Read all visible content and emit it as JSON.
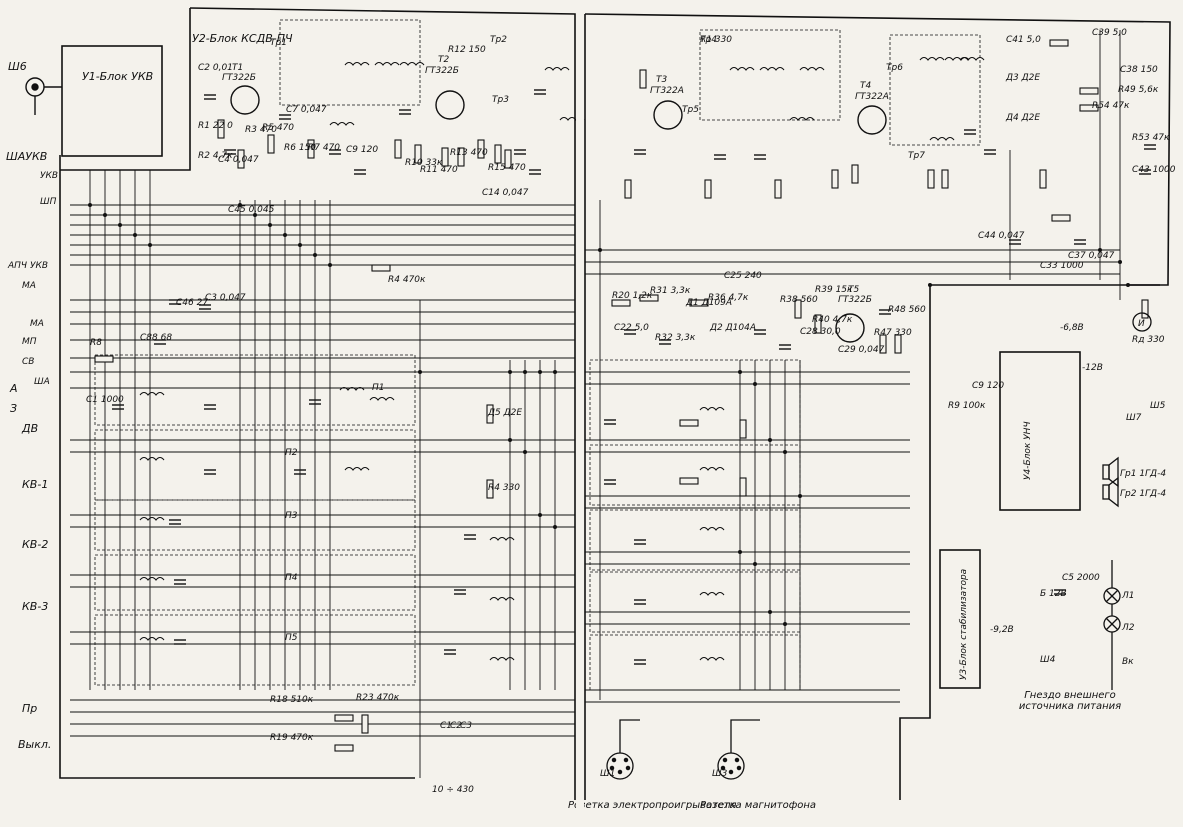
{
  "blocks": {
    "u1": "У1-Блок УКВ",
    "u2": "У2-Блок КСДВ-ПЧ",
    "u3": "У3-Блок стабилизатора",
    "u4": "У4-Блок УНЧ"
  },
  "transistors": {
    "t1_name": "Т1",
    "t1_type": "ГТ322Б",
    "t2_name": "Т2",
    "t2_type": "ГТ322Б",
    "t3_name": "Т3",
    "t3_type": "ГТ322А",
    "t4_name": "Т4",
    "t4_type": "ГТ322А",
    "t5_name": "Т5",
    "t5_type": "ГТ322Б"
  },
  "left_labels": [
    "Ш6",
    "ШАУКВ",
    "УКВ",
    "ШП",
    "АПЧ УКВ",
    "МА",
    "МА",
    "МП",
    "СВ",
    "А",
    "ША",
    "З",
    "ДВ",
    "КВ-1",
    "КВ-2",
    "КВ-3",
    "Пр",
    "Выкл."
  ],
  "band_switches": [
    "П1",
    "П2",
    "П3",
    "П4",
    "П5"
  ],
  "top_components": [
    "С2 0,01",
    "R1 22 0",
    "R2 4,7к",
    "С4 0,047",
    "R3 470",
    "R5 470",
    "С7 0,047",
    "R6 150",
    "R7 470",
    "С9 120",
    "R10 33к",
    "R11 470",
    "R12 150",
    "R13 470",
    "R15 470",
    "С14 0,047",
    "Тр1",
    "Тр2",
    "Тр3",
    "С45 0,045",
    "R4 470к",
    "С46 27",
    "С3 0,047",
    "С88 68",
    "R8",
    "С1 1000"
  ],
  "if_components": [
    "Тр4",
    "Тр5",
    "Тр6",
    "Тр7",
    "R20 1,2к",
    "R31 3,3к",
    "С22 5,0",
    "R32 3,3к",
    "Д1 Д109А",
    "Д2 Д104А",
    "R36 4,7к",
    "С25 240",
    "R38 560",
    "R39 15к",
    "R40 4,7к",
    "С28 30,0",
    "С29 0,047",
    "R47 330",
    "R48 560",
    "С38 150",
    "С39 5,0",
    "R49 5,6к",
    "R54 47к",
    "R53 47к",
    "С43 1000",
    "С44 0,047",
    "С33 1000",
    "С37 0,047",
    "С41 5,0",
    "Д3 Д2Е",
    "Д4 Д2Е",
    "Д5 Д2Е",
    "R4 330",
    "R1 330"
  ],
  "bottom_components": [
    "R18 510к",
    "R23 470к",
    "R19 470к",
    "10 ÷ 430",
    "С1",
    "С2",
    "С3",
    "С5 2000",
    "Б 12В",
    "Л1",
    "Л2",
    "Вк",
    "Ш4",
    "Гр1 1ГД-4",
    "Гр2 1ГД-4",
    "Ш7",
    "Ш5",
    "R9 100к",
    "С9 120",
    "-6,8В",
    "-12В",
    "-9,2В",
    "Rд 330",
    "И"
  ],
  "captions": {
    "sh1": "Ш1",
    "sh1_text": "Розетка электропроигрывателя",
    "sh3": "Ш3",
    "sh3_text": "Розетка магнитофона",
    "ext_power": "Гнездо внешнего источника питания"
  }
}
